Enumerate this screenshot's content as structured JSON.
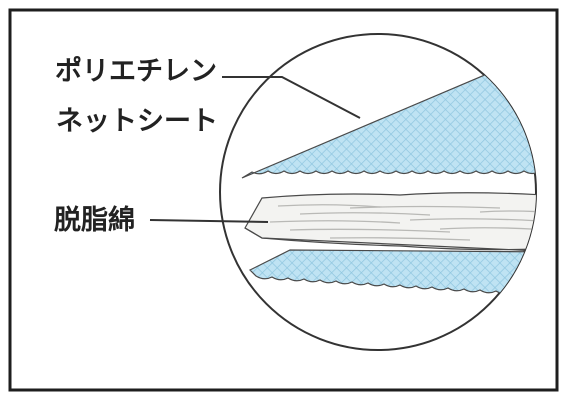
{
  "labels": {
    "polyethylene_line1": "ポリエチレン",
    "polyethylene_line2": "ネットシート",
    "absorbent_cotton": "脱脂綿"
  },
  "colors": {
    "net_sheet_fill": "#bfe3f3",
    "net_sheet_hatch": "#8fc6df",
    "cotton_fill": "#f3f3f1",
    "cotton_streak": "#b9b9b6",
    "outline": "#4a4a4a",
    "frame": "#1e1e1e"
  }
}
